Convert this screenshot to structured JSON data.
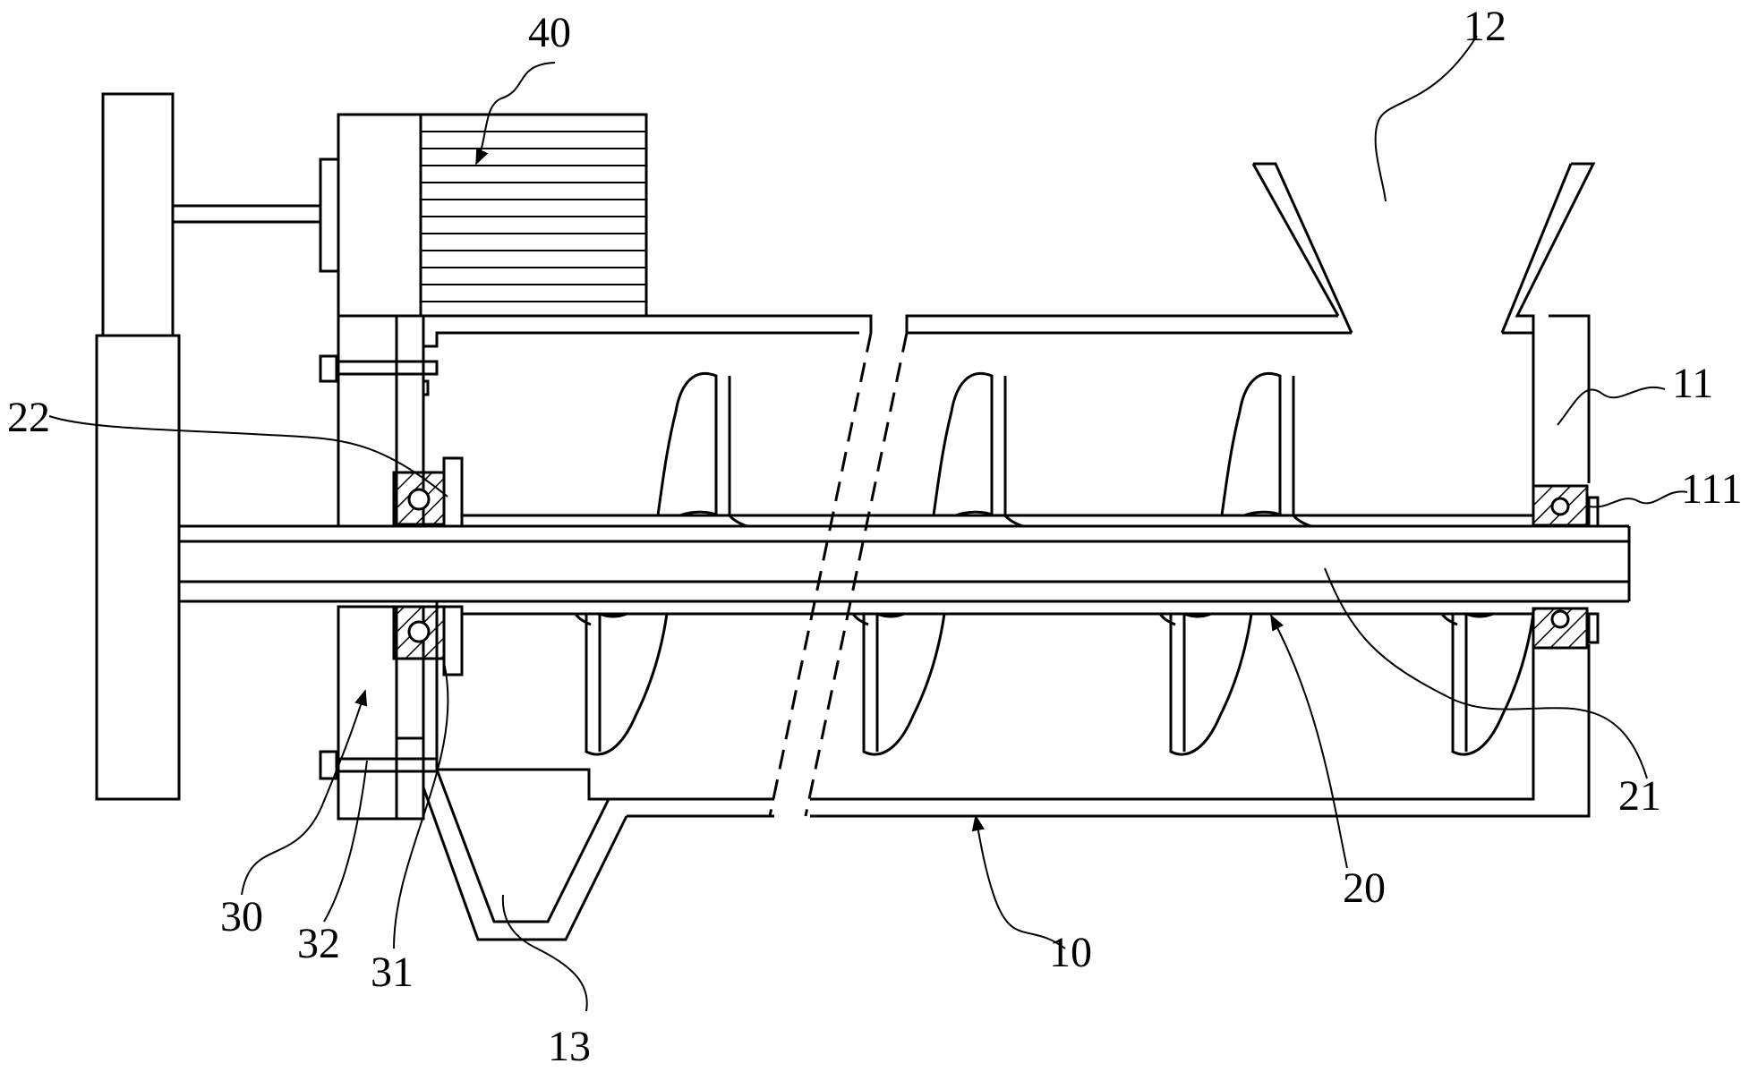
{
  "labels": {
    "l40": "40",
    "l12": "12",
    "l11": "11",
    "l111": "111",
    "l22": "22",
    "l21": "21",
    "l20": "20",
    "l10": "10",
    "l30": "30",
    "l32": "32",
    "l31": "31",
    "l13": "13"
  }
}
